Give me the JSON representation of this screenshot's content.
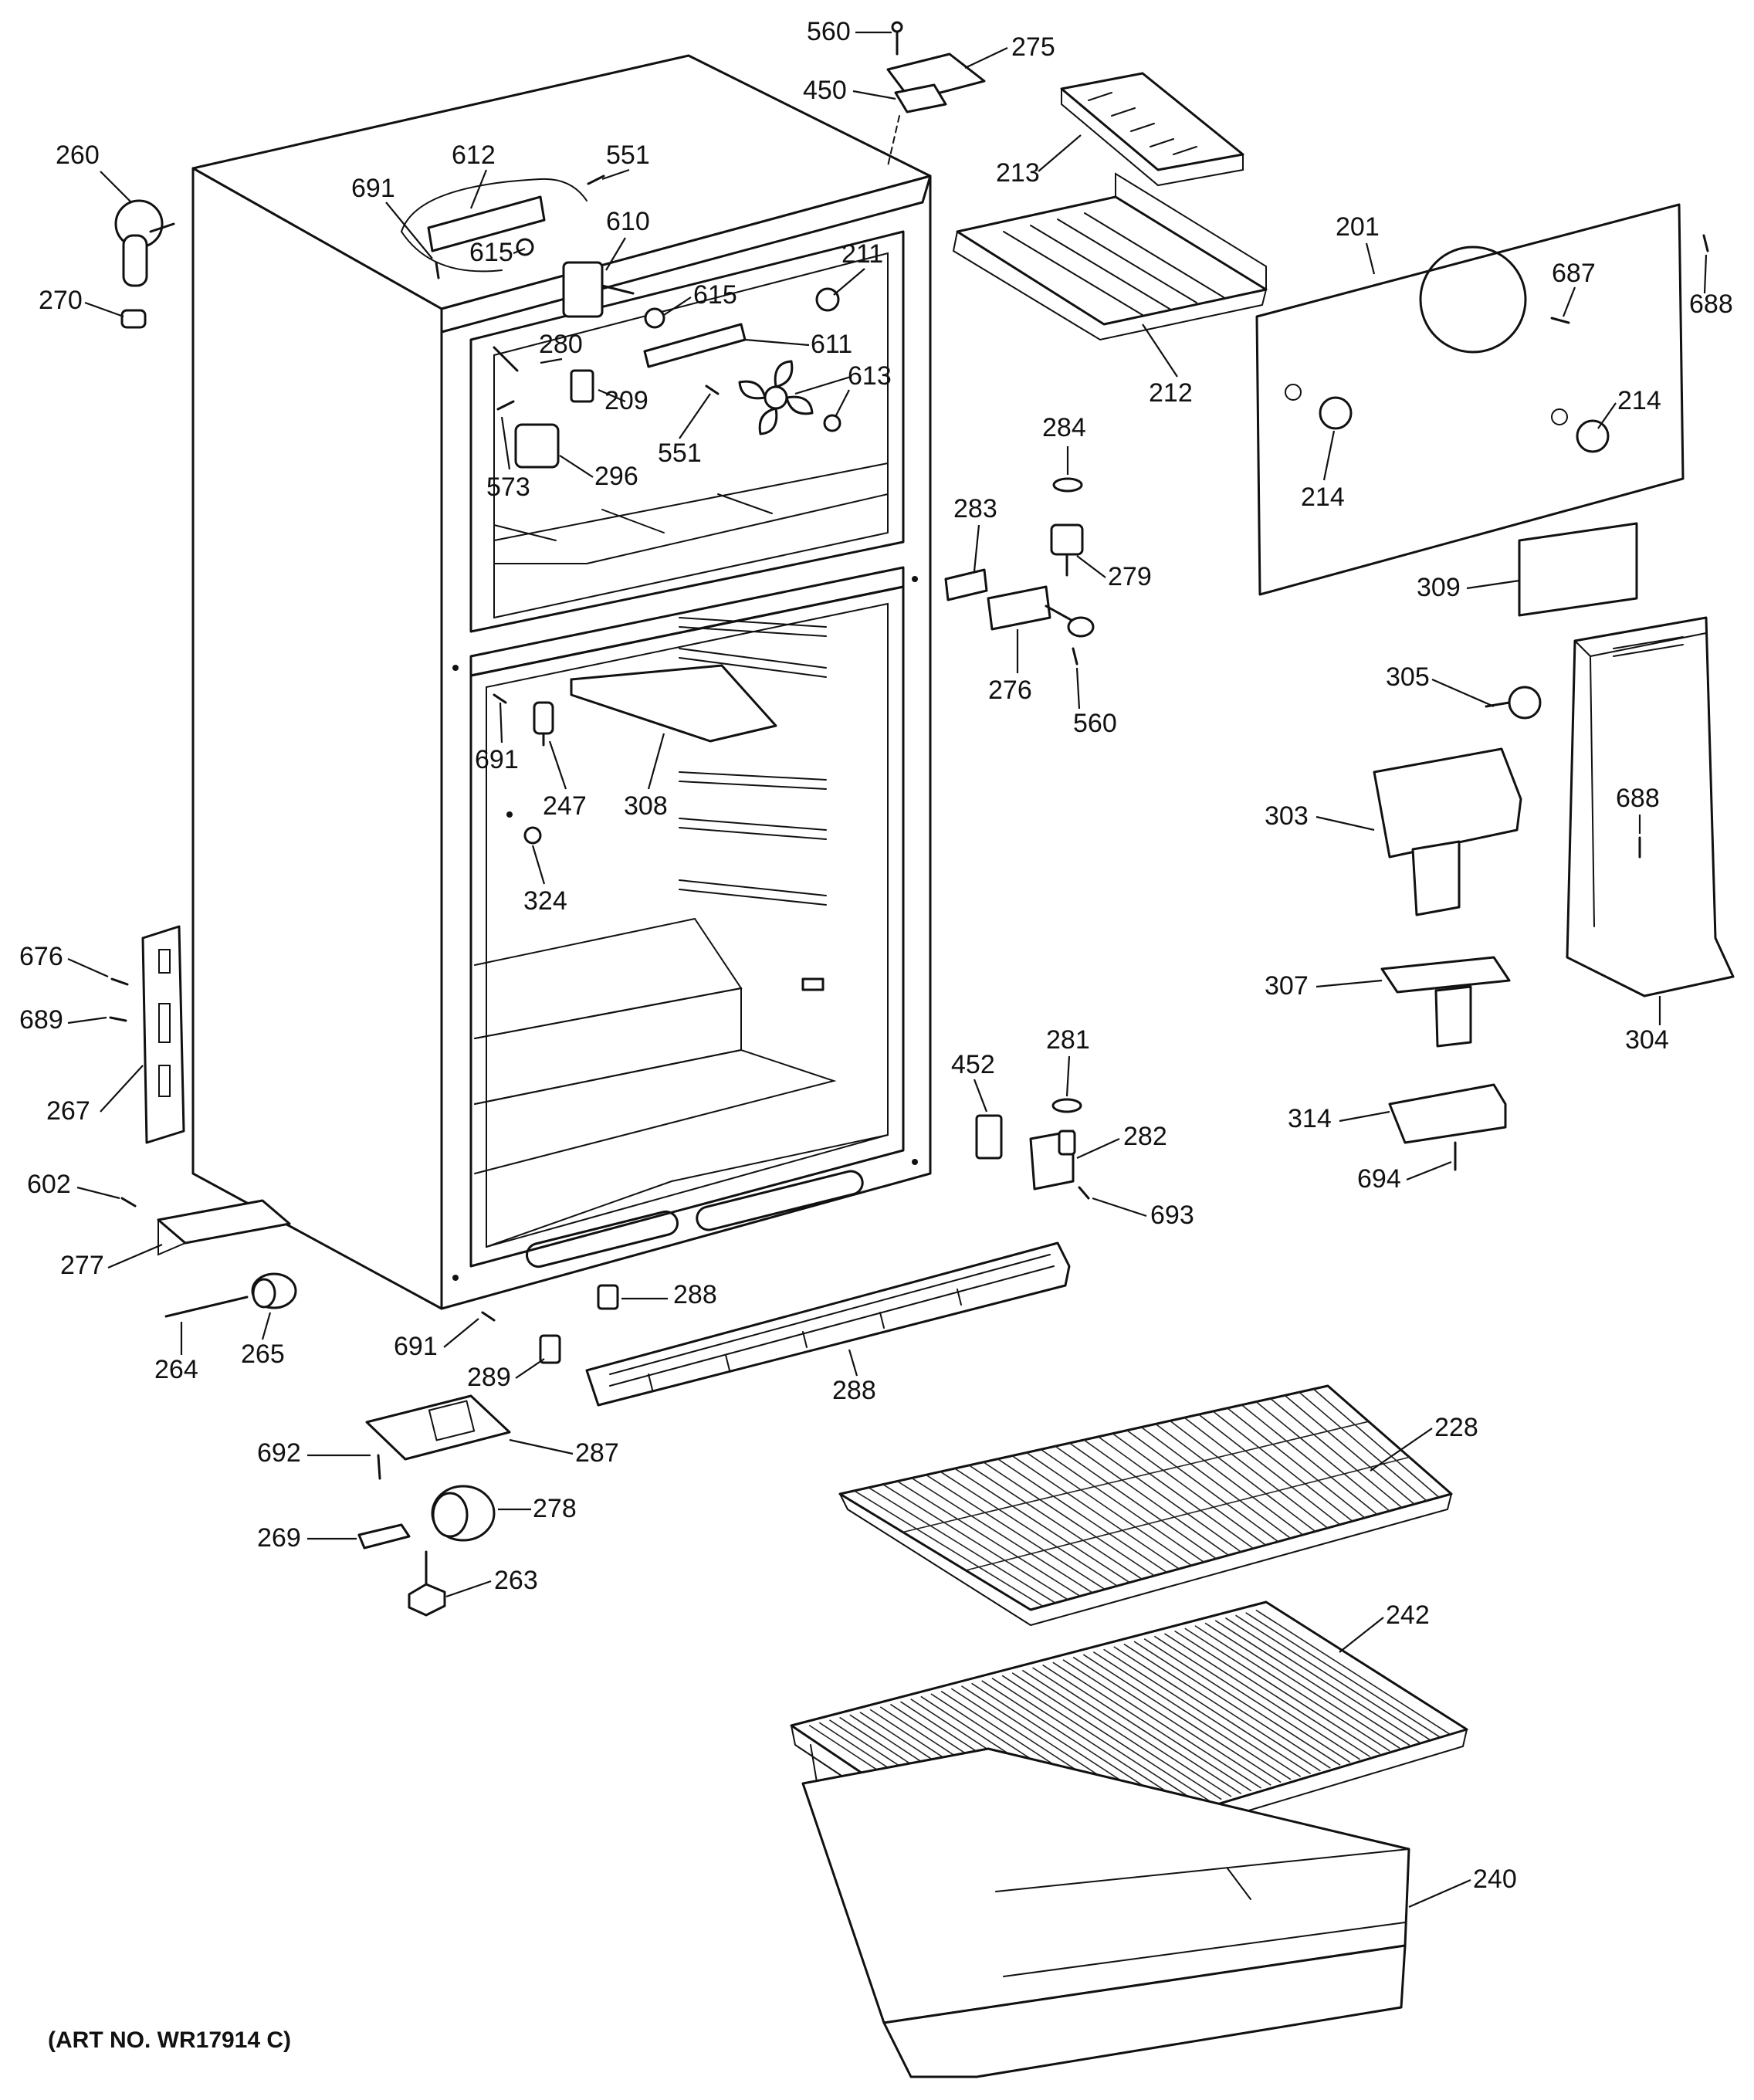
{
  "art_number": "(ART NO. WR17914 C)",
  "labels": [
    {
      "id": "l560a",
      "text": "560"
    },
    {
      "id": "l275",
      "text": "275"
    },
    {
      "id": "l450",
      "text": "450"
    },
    {
      "id": "l213",
      "text": "213"
    },
    {
      "id": "l260",
      "text": "260"
    },
    {
      "id": "l612",
      "text": "612"
    },
    {
      "id": "l551a",
      "text": "551"
    },
    {
      "id": "l691a",
      "text": "691"
    },
    {
      "id": "l610",
      "text": "610"
    },
    {
      "id": "l615a",
      "text": "615"
    },
    {
      "id": "l211",
      "text": "211"
    },
    {
      "id": "l201",
      "text": "201"
    },
    {
      "id": "l688a",
      "text": "688"
    },
    {
      "id": "l270",
      "text": "270"
    },
    {
      "id": "l615b",
      "text": "615"
    },
    {
      "id": "l611",
      "text": "611"
    },
    {
      "id": "l687",
      "text": "687"
    },
    {
      "id": "l280",
      "text": "280"
    },
    {
      "id": "l613",
      "text": "613"
    },
    {
      "id": "l212",
      "text": "212"
    },
    {
      "id": "l209",
      "text": "209"
    },
    {
      "id": "l214a",
      "text": "214"
    },
    {
      "id": "l284",
      "text": "284"
    },
    {
      "id": "l551b",
      "text": "551"
    },
    {
      "id": "l573",
      "text": "573"
    },
    {
      "id": "l296",
      "text": "296"
    },
    {
      "id": "l214b",
      "text": "214"
    },
    {
      "id": "l283",
      "text": "283"
    },
    {
      "id": "l279",
      "text": "279"
    },
    {
      "id": "l309",
      "text": "309"
    },
    {
      "id": "l276",
      "text": "276"
    },
    {
      "id": "l305",
      "text": "305"
    },
    {
      "id": "l560b",
      "text": "560"
    },
    {
      "id": "l691b",
      "text": "691"
    },
    {
      "id": "l247",
      "text": "247"
    },
    {
      "id": "l308",
      "text": "308"
    },
    {
      "id": "l303",
      "text": "303"
    },
    {
      "id": "l688b",
      "text": "688"
    },
    {
      "id": "l324",
      "text": "324"
    },
    {
      "id": "l676",
      "text": "676"
    },
    {
      "id": "l307",
      "text": "307"
    },
    {
      "id": "l689",
      "text": "689"
    },
    {
      "id": "l281",
      "text": "281"
    },
    {
      "id": "l452",
      "text": "452"
    },
    {
      "id": "l304",
      "text": "304"
    },
    {
      "id": "l267",
      "text": "267"
    },
    {
      "id": "l314",
      "text": "314"
    },
    {
      "id": "l282",
      "text": "282"
    },
    {
      "id": "l602",
      "text": "602"
    },
    {
      "id": "l694",
      "text": "694"
    },
    {
      "id": "l693",
      "text": "693"
    },
    {
      "id": "l277",
      "text": "277"
    },
    {
      "id": "l288a",
      "text": "288"
    },
    {
      "id": "l691c",
      "text": "691"
    },
    {
      "id": "l264",
      "text": "264"
    },
    {
      "id": "l265",
      "text": "265"
    },
    {
      "id": "l289",
      "text": "289"
    },
    {
      "id": "l288b",
      "text": "288"
    },
    {
      "id": "l228",
      "text": "228"
    },
    {
      "id": "l692",
      "text": "692"
    },
    {
      "id": "l287",
      "text": "287"
    },
    {
      "id": "l278",
      "text": "278"
    },
    {
      "id": "l269",
      "text": "269"
    },
    {
      "id": "l263",
      "text": "263"
    },
    {
      "id": "l242",
      "text": "242"
    },
    {
      "id": "l240",
      "text": "240"
    }
  ]
}
